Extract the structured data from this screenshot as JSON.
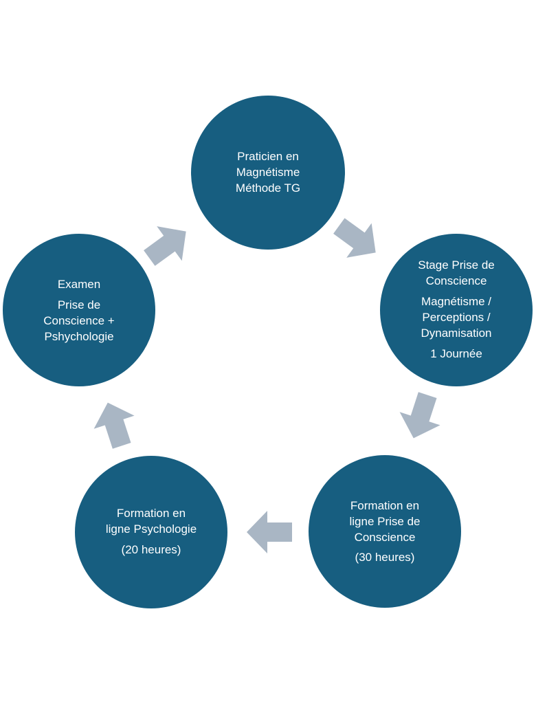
{
  "colors": {
    "node_fill": "#175e80",
    "arrow_fill": "#a9b6c4",
    "text": "#ffffff",
    "background": "#ffffff"
  },
  "nodes": [
    {
      "id": "praticien",
      "lines": [
        "Praticien en",
        "Magnétisme",
        "Méthode TG"
      ]
    },
    {
      "id": "stage",
      "lines": [
        "Stage Prise de",
        "Conscience",
        "Magnétisme /",
        "Perceptions /",
        "Dynamisation",
        "1 Journée"
      ]
    },
    {
      "id": "formation-prise",
      "lines": [
        "Formation en",
        "ligne Prise de",
        "Conscience",
        "(30 heures)"
      ]
    },
    {
      "id": "formation-psycho",
      "lines": [
        "Formation en",
        "ligne Psychologie",
        "(20 heures)"
      ]
    },
    {
      "id": "examen",
      "lines": [
        "Examen",
        "Prise de",
        "Conscience +",
        "Pshychologie"
      ]
    }
  ]
}
